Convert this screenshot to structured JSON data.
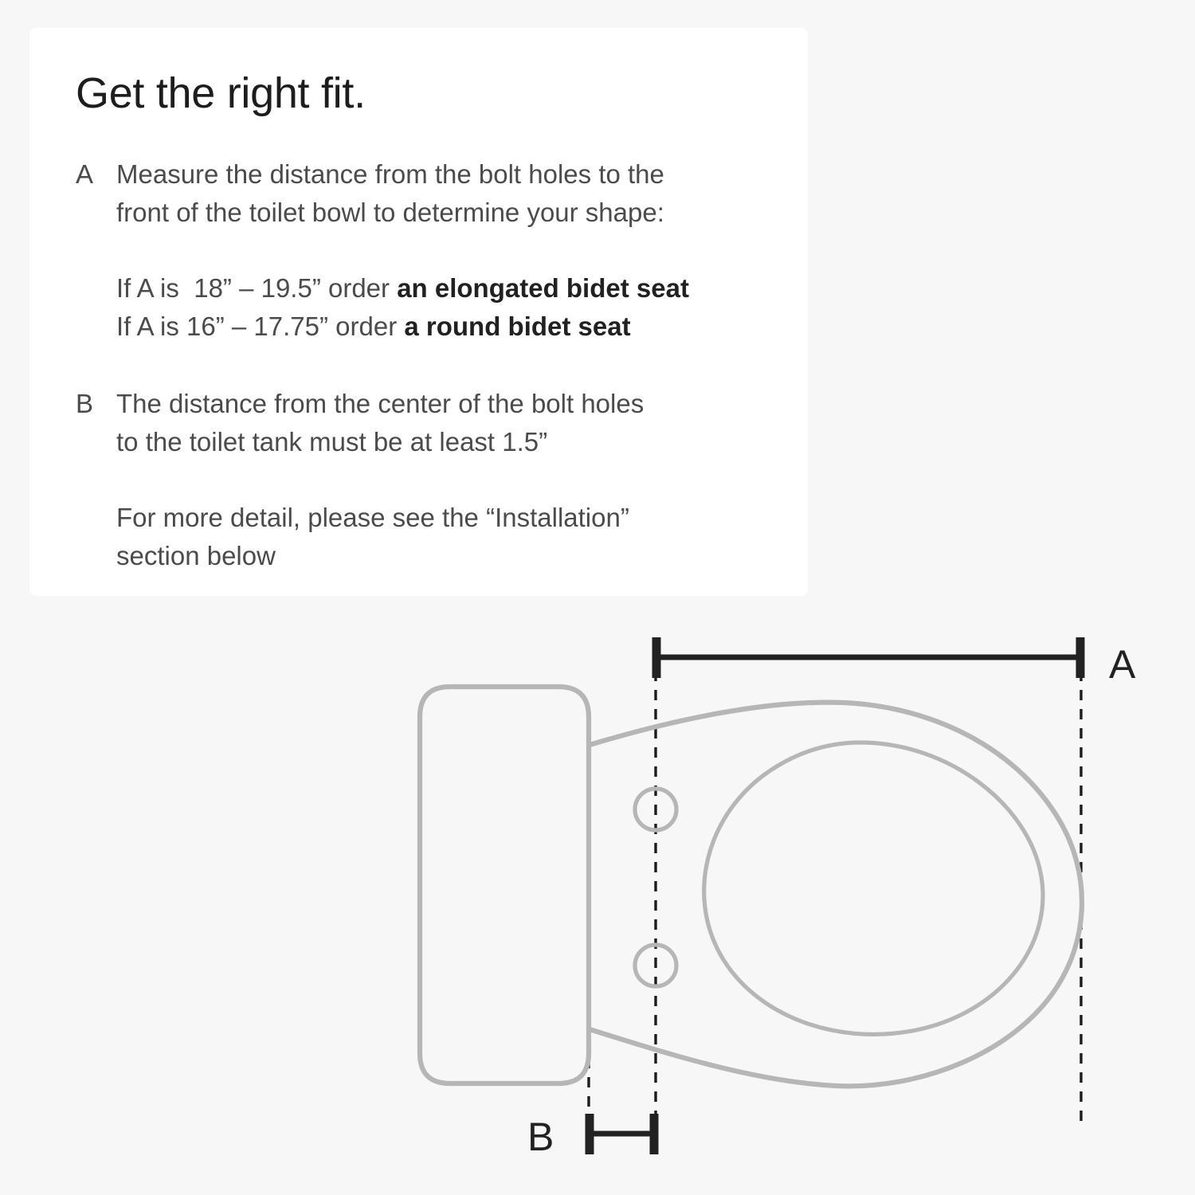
{
  "card": {
    "title": "Get the right fit.",
    "items": [
      {
        "marker": "A",
        "paragraphs": [
          {
            "lines": [
              "Measure the distance from the bolt holes to the",
              "front of the toilet bowl to determine your shape:"
            ]
          },
          {
            "rule_lines": [
              {
                "lead": "If A is  18” – 19.5” order ",
                "strong": "an elongated bidet seat"
              },
              {
                "lead": "If A is 16” – 17.75” order ",
                "strong": "a round bidet seat"
              }
            ]
          }
        ]
      },
      {
        "marker": "B",
        "paragraphs": [
          {
            "lines": [
              "The distance from the center of the bolt holes",
              "to the toilet tank must be at least 1.5”"
            ]
          },
          {
            "lines": [
              "For more detail, please see the “Installation”",
              "section below"
            ]
          }
        ]
      }
    ]
  },
  "diagram": {
    "dimension_a_label": "A",
    "dimension_b_label": "B",
    "parts": {
      "tank": "toilet-tank",
      "seat_outer": "bidet-seat-outline",
      "seat_inner": "bidet-seat-opening",
      "bolt_hole_top": "bolt-hole-top",
      "bolt_hole_bottom": "bolt-hole-bottom"
    }
  },
  "colors": {
    "page_background": "#f7f7f7",
    "card_background": "#ffffff",
    "title_text": "#1d1d1d",
    "body_text": "#4b4b4b",
    "strong_text": "#212121",
    "diagram_outline": "#b6b6b6",
    "dimension_line": "#222222",
    "dashed_guide": "#1c1c1c"
  }
}
